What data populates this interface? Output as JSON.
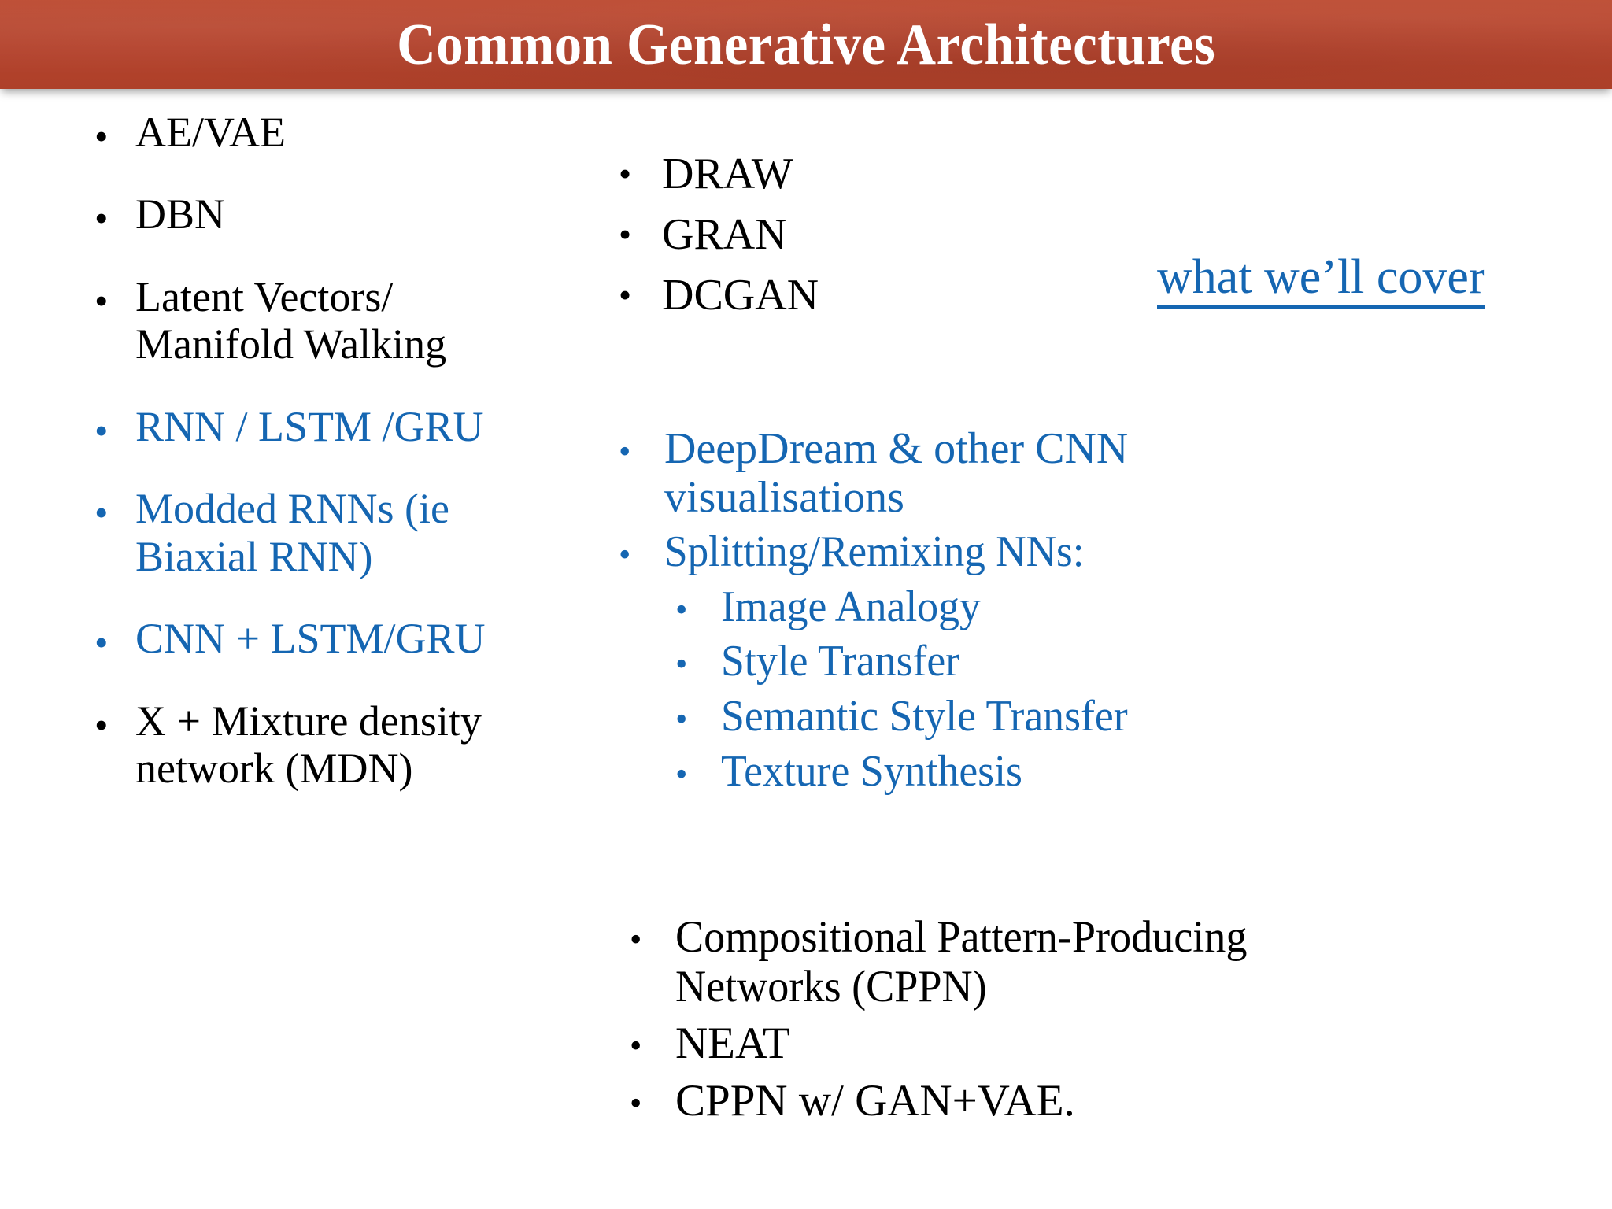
{
  "slide": {
    "title": "Common Generative Architectures",
    "banner_color": "#b8462f",
    "title_color": "#ffffff",
    "background_color": "#ffffff",
    "text_color_black": "#000000",
    "text_color_blue": "#1566b2"
  },
  "left_column": {
    "items": [
      {
        "text": "AE/VAE",
        "color": "black"
      },
      {
        "text": "DBN",
        "color": "black"
      },
      {
        "text": "Latent Vectors/\nManifold Walking",
        "color": "black"
      },
      {
        "text": "RNN / LSTM /GRU",
        "color": "blue"
      },
      {
        "text": "Modded RNNs (ie\nBiaxial RNN)",
        "color": "blue"
      },
      {
        "text": "CNN + LSTM/GRU",
        "color": "blue"
      },
      {
        "text": "X + Mixture density\nnetwork (MDN)",
        "color": "black"
      }
    ]
  },
  "right_column": {
    "top_items": [
      {
        "text": "DRAW",
        "color": "black"
      },
      {
        "text": "GRAN",
        "color": "black"
      },
      {
        "text": "DCGAN",
        "color": "black"
      }
    ],
    "link": {
      "label": "what we’ll cover",
      "color": "#1566b2",
      "underlined": true
    },
    "blue_items": [
      {
        "text": "DeepDream & other CNN\nvisualisations",
        "color": "blue"
      },
      {
        "text": "Splitting/Remixing NNs:",
        "color": "blue"
      }
    ],
    "blue_sub_items": [
      {
        "text": "Image Analogy",
        "color": "blue"
      },
      {
        "text": "Style Transfer",
        "color": "blue"
      },
      {
        "text": "Semantic Style Transfer",
        "color": "blue"
      },
      {
        "text": "Texture Synthesis",
        "color": "blue"
      }
    ],
    "bottom_items": [
      {
        "text": "Compositional Pattern-Producing\nNetworks (CPPN)",
        "color": "black"
      },
      {
        "text": "NEAT",
        "color": "black"
      },
      {
        "text": "CPPN w/ GAN+VAE.",
        "color": "black"
      }
    ]
  },
  "bullet_glyph": "•"
}
